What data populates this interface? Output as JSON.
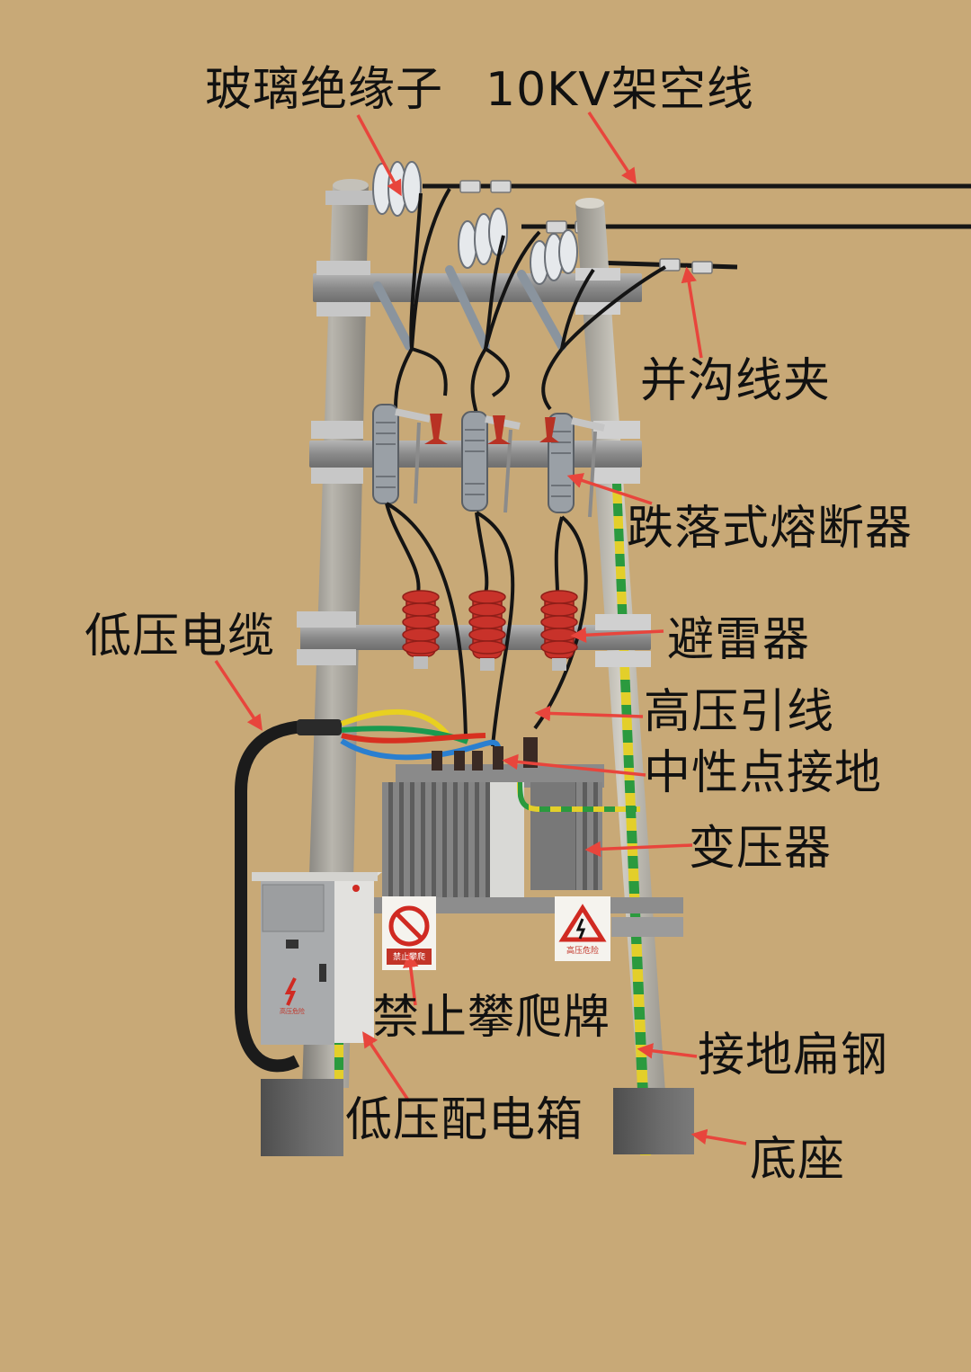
{
  "diagram": {
    "subject": "10KV pole-mounted transformer installation",
    "background_color": "#c8a977",
    "arrow_color": "#e8453c",
    "labels": {
      "glass_insulator": "玻璃绝缘子",
      "overhead_line": "10KV架空线",
      "parallel_groove_clamp": "并沟线夹",
      "drop_out_fuse": "跌落式熔断器",
      "lv_cable": "低压电缆",
      "lightning_arrester": "避雷器",
      "hv_lead": "高压引线",
      "neutral_grounding": "中性点接地",
      "transformer": "变压器",
      "no_climbing_sign": "禁止攀爬牌",
      "grounding_flat_steel": "接地扁钢",
      "lv_distribution_box": "低压配电箱",
      "base": "底座"
    },
    "signs": {
      "no_climbing_text": "禁止攀爬",
      "hv_danger_text": "高压危险",
      "box_warning_text": "高压危险"
    },
    "cable_colors": {
      "yellow": "#e8d020",
      "green": "#1a9a50",
      "red": "#d83020",
      "blue": "#2a7fd0"
    }
  }
}
